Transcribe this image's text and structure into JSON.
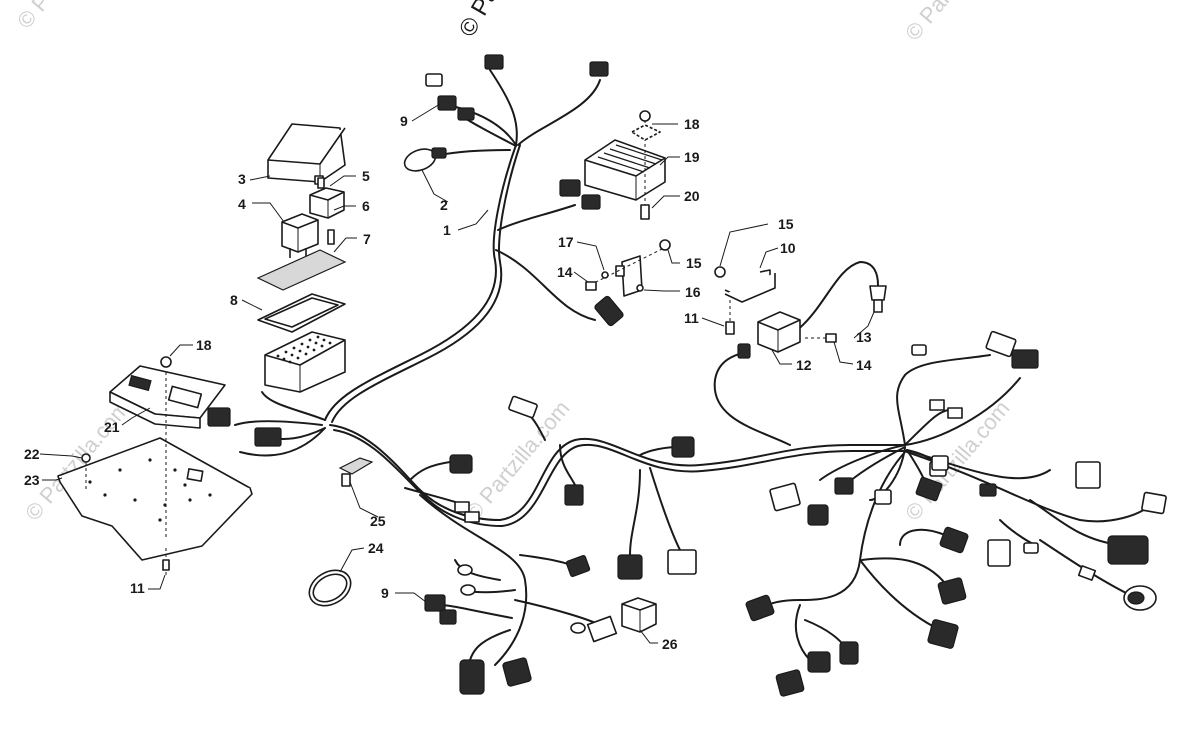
{
  "watermarks": {
    "main": "© Partzilla.com",
    "top_left": "© Partzilla.com",
    "top_right": "© Partzilla.com",
    "top_center": "© Pa"
  },
  "callouts": {
    "c1": "1",
    "c2": "2",
    "c3": "3",
    "c4": "4",
    "c5": "5",
    "c6": "6",
    "c7": "7",
    "c8": "8",
    "c9a": "9",
    "c9b": "9",
    "c10": "10",
    "c11a": "11",
    "c11b": "11",
    "c12": "12",
    "c13": "13",
    "c14a": "14",
    "c14b": "14",
    "c15a": "15",
    "c15b": "15",
    "c16": "16",
    "c17": "17",
    "c18a": "18",
    "c18b": "18",
    "c19": "19",
    "c20": "20",
    "c21": "21",
    "c22": "22",
    "c23": "23",
    "c24": "24",
    "c25": "25",
    "c26": "26"
  },
  "colors": {
    "line": "#1a1a1a",
    "watermark": "#cfcfcf",
    "background": "#ffffff"
  }
}
